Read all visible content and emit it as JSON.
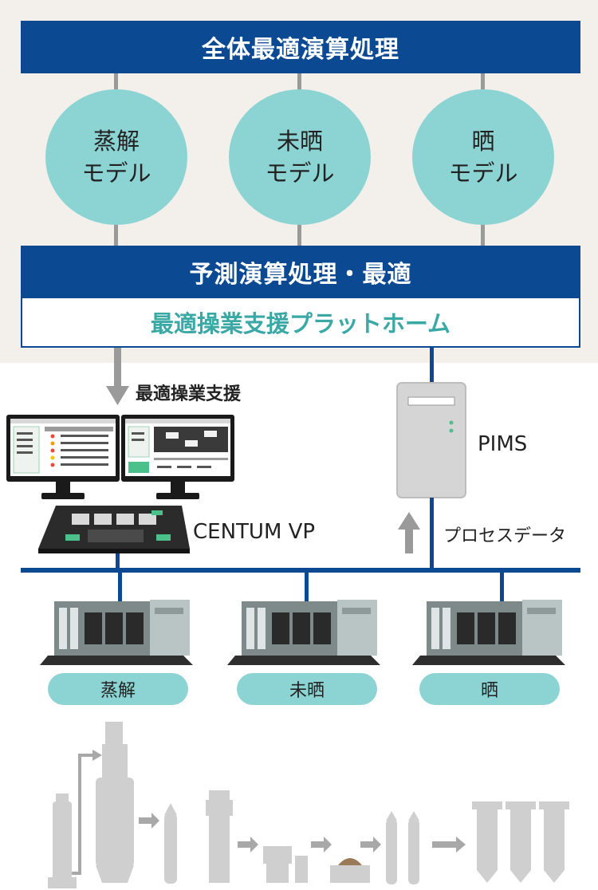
{
  "top": {
    "global_bar": "全体最適演算処理",
    "models": [
      {
        "line1": "蒸解",
        "line2": "モデル"
      },
      {
        "line1": "未晒",
        "line2": "モデル"
      },
      {
        "line1": "晒",
        "line2": "モデル"
      }
    ],
    "predict_bar": "予測演算処理・最適",
    "platform": "最適操業支援プラットホーム"
  },
  "middle": {
    "support_label": "最適操業支援",
    "server_label": "PIMS",
    "hmi_label": "CENTUM VP",
    "process_data_label": "プロセスデータ"
  },
  "controllers": [
    {
      "label": "蒸解"
    },
    {
      "label": "未晒"
    },
    {
      "label": "晒"
    }
  ],
  "colors": {
    "navy": "#0b4a93",
    "teal": "#8bd4d3",
    "teal_text": "#3aa9a6",
    "panel_bg": "#f3f0ec",
    "gray_arrow": "#9a9a9a"
  }
}
